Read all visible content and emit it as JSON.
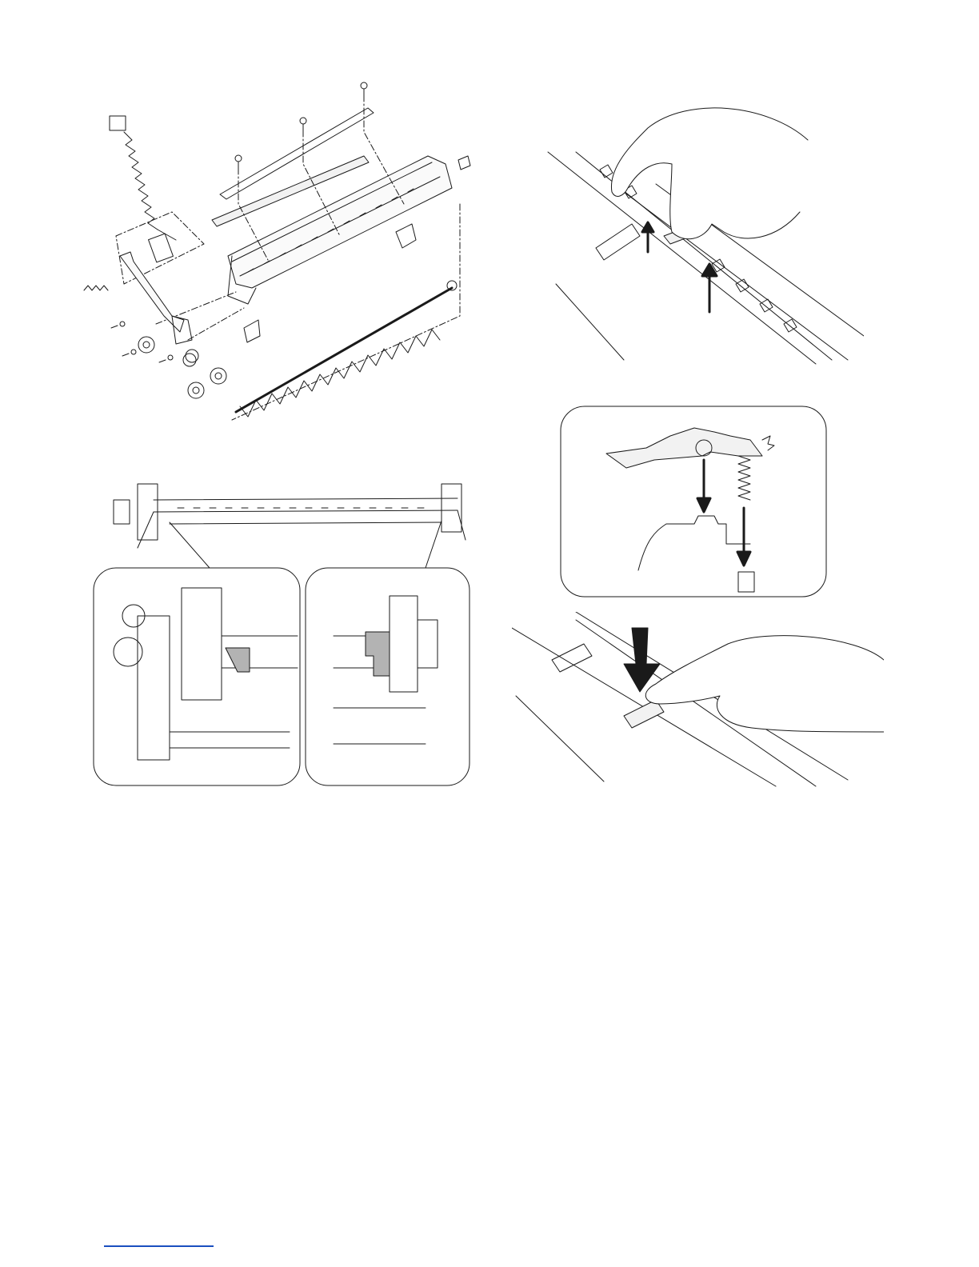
{
  "page": {
    "background": "#ffffff",
    "line_color": "#1a1a1a",
    "highlight_color": "#b3b3b3",
    "footer_rule_color": "#1a4fbf"
  },
  "figures": [
    {
      "name": "exploded-view-roller-unit"
    },
    {
      "name": "hand-removing-lever"
    },
    {
      "name": "roller-unit-bearing-detail"
    },
    {
      "name": "lever-spring-installation-detail"
    },
    {
      "name": "hand-pressing-lever"
    }
  ]
}
